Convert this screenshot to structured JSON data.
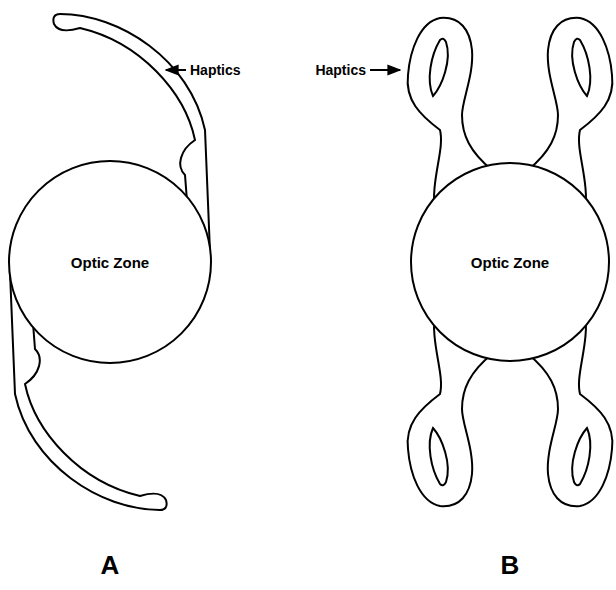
{
  "diagram": {
    "nodes": [
      {
        "text": [
          "Optic Zone"
        ]
      },
      {
        "text": [
          "Optic Zone"
        ]
      }
    ],
    "labels": [
      "Haptics",
      "Haptics",
      "A",
      "B"
    ]
  }
}
